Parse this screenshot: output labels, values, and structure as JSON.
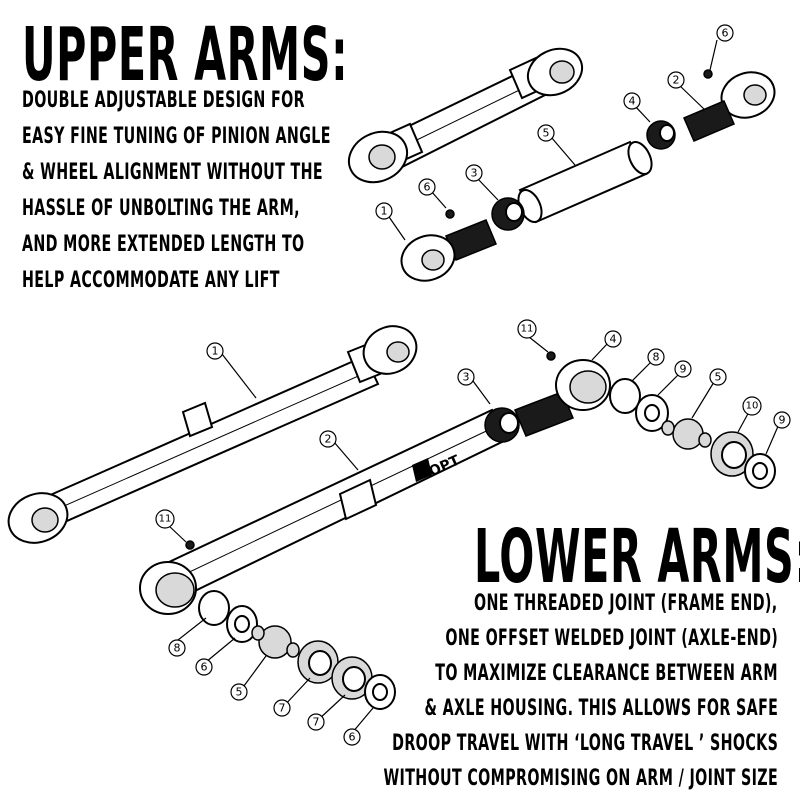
{
  "upper": {
    "heading": "UPPER ARMS:",
    "lines": [
      "DOUBLE ADJUSTABLE DESIGN FOR",
      "EASY FINE TUNING OF PINION ANGLE",
      "& WHEEL ALIGNMENT WITHOUT THE",
      "HASSLE OF UNBOLTING THE ARM,",
      "AND MORE EXTENDED LENGTH TO",
      "HELP ACCOMMODATE ANY LIFT"
    ],
    "callouts": [
      "1",
      "2",
      "3",
      "4",
      "5",
      "6",
      "6"
    ]
  },
  "lower": {
    "heading": "LOWER ARMS:",
    "lines": [
      "ONE THREADED JOINT (FRAME END),",
      "ONE OFFSET WELDED JOINT (AXLE-END)",
      "TO MAXIMIZE CLEARANCE BETWEEN ARM",
      "& AXLE HOUSING. THIS ALLOWS FOR SAFE",
      "DROOP TRAVEL WITH ‘LONG TRAVEL ’ SHOCKS",
      "WITHOUT COMPROMISING ON ARM / JOINT SIZE"
    ],
    "callouts": [
      "1",
      "2",
      "3",
      "4",
      "5",
      "5",
      "6",
      "6",
      "7",
      "7",
      "8",
      "8",
      "9",
      "9",
      "10",
      "11",
      "11"
    ]
  },
  "logo_text": "OPT"
}
